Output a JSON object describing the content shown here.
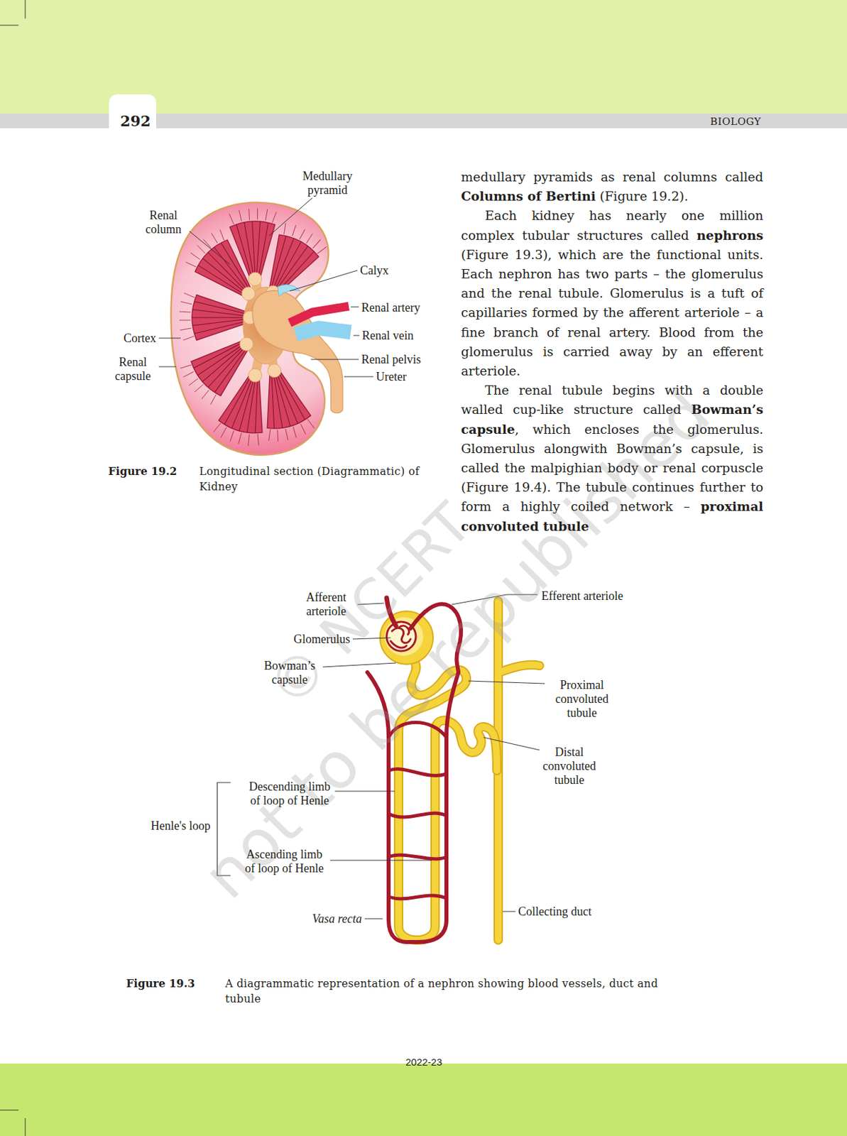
{
  "diagram": {
    "labels": [
      "292",
      "BIOLOGY",
      "Medullary pyramid",
      "Renal column",
      "Calyx",
      "Renal artery",
      "Renal vein",
      "Renal pelvis",
      "Ureter",
      "Cortex",
      "Renal capsule",
      "Figure 19.2",
      "Longitudinal section (Diagrammatic) of Kidney",
      "medullary pyramids as renal columns called",
      "Columns of Bertini",
      "(Figure 19.2).",
      "Each kidney has nearly one million complex tubular structures called",
      "nephrons",
      "(Figure 19.3), which are the functional units. Each nephron has two parts – the glomerulus and the renal tubule. Glomerulus is a tuft of capillaries formed by the afferent arteriole – a fine branch of renal artery. Blood from the glomerulus is carried away by an efferent arteriole.",
      "The renal tubule begins with a double walled cup-like structure called",
      "Bowman’s capsule",
      ", which encloses the glomerulus. Glomerulus alongwith Bowman’s capsule, is called the malpighian body or renal corpuscle (Figure 19.4). The tubule continues further to form a highly coiled network –",
      "proximal convoluted tubule",
      "Afferent arteriole",
      "Efferent arteriole",
      "Glomerulus",
      "Bowman’s capsule",
      "Proximal convoluted tubule",
      "Distal convoluted tubule",
      "Descending limb of loop of Henle",
      "Henle's loop",
      "Ascending limb of loop of Henle",
      "Vasa recta",
      "Collecting duct",
      "Figure 19.3",
      "A diagrammatic representation of a nephron showing blood vessels, duct and tubule",
      "© NCERT",
      "not to be republished",
      "2022-23"
    ]
  }
}
